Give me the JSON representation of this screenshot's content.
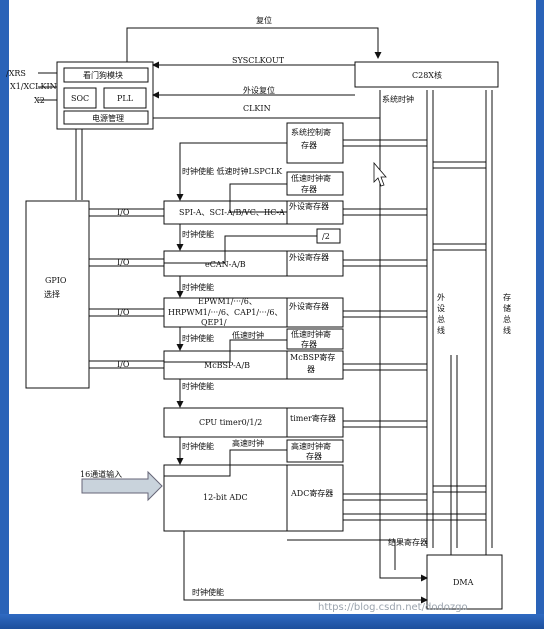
{
  "labels": {
    "reset": "复位",
    "sysclkout": "SYSCLKOUT",
    "peripheral_reset": "外设复位",
    "clkin": "CLKIN",
    "c28x_core": "C28X核",
    "system_clock": "系统时钟",
    "xrs": "/XRS",
    "x1_xclkin": "X1/XCLKIN",
    "x2": "X2",
    "watchdog": "看门狗模块",
    "soc": "SOC",
    "pll": "PLL",
    "power_manage": "电源管理",
    "sys_ctrl_reg_1": "系统控制寄",
    "sys_ctrl_reg_2": "存器",
    "low_speed_reg_1": "低速时钟寄",
    "low_speed_reg_2": "存器",
    "clock_enable_low_speed": "时钟使能 低速时钟LSPCLK",
    "spi_sci_i2c": "SPI-A、SCI-A/B/VC、IIC-A",
    "peripheral_reg": "外设寄存器",
    "clock_enable": "时钟使能",
    "div2": "/2",
    "ecan": "eCAN-A/B",
    "epwm_1": "EPWM1/···/6、",
    "epwm_2": "HRPWM1/···/6、CAP1/···/6、",
    "epwm_3": "QEP1/",
    "low_speed_clock": "低速时钟",
    "mcbsp": "McBSP-A/B",
    "mcbsp_reg_1": "McBSP寄存",
    "mcbsp_reg_2": "器",
    "cpu_timer": "CPU timer0/1/2",
    "timer_reg": "timer寄存器",
    "high_speed_clock": "高速时钟",
    "high_speed_reg_1": "高速时钟寄",
    "high_speed_reg_2": "存器",
    "adc": "12-bit ADC",
    "adc_reg": "ADC寄存器",
    "adc_input": "16通道输入",
    "result_reg": "结果寄存器",
    "dma": "DMA",
    "gpio": "GPIO",
    "gpio_mux": "选择",
    "io": "I/O",
    "peripheral_bus_1": "外",
    "peripheral_bus_2": "设",
    "peripheral_bus_3": "总",
    "peripheral_bus_4": "线",
    "memory_bus_1": "存",
    "memory_bus_2": "储",
    "memory_bus_3": "总",
    "memory_bus_4": "线"
  },
  "watermark": "https://blog.csdn.net/dodozgo"
}
